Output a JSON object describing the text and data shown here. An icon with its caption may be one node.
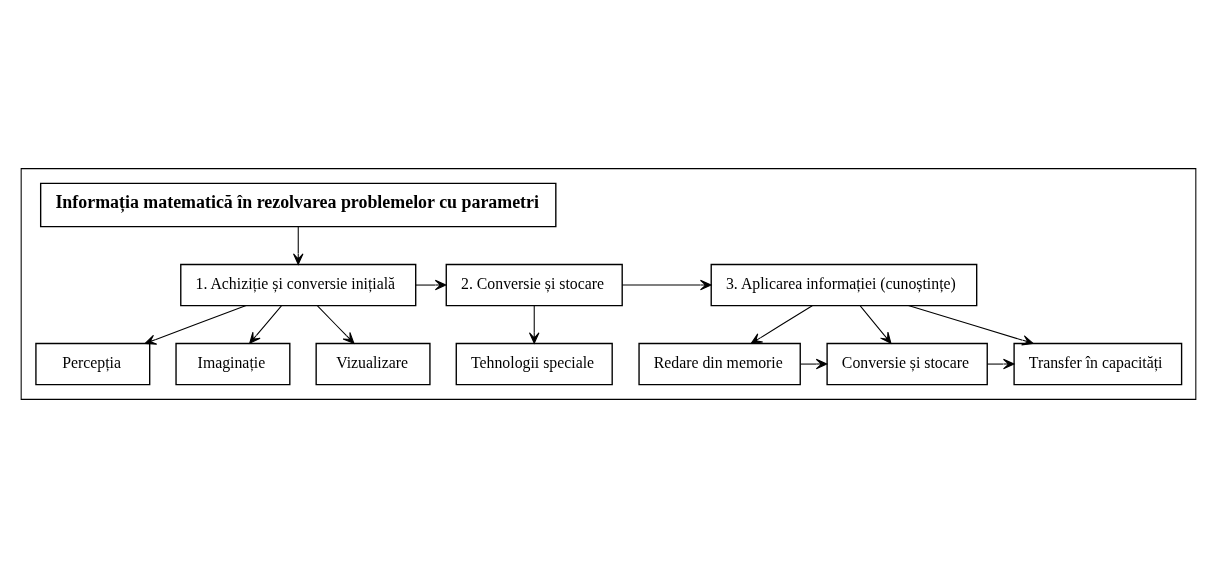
{
  "diagram": {
    "nodes": [
      {
        "text": [],
        "shape": "box"
      },
      {
        "text": [
          "Informația matematică în rezolvarea problemelor cu parametri"
        ],
        "in": 0
      },
      {
        "text": [
          "1. Achiziție și conversie inițială"
        ],
        "in": 0
      },
      {
        "text": [
          "2. Conversie și stocare"
        ],
        "in": 0
      },
      {
        "text": [
          "3. Aplicarea informației (cunoștințe)"
        ],
        "in": 0
      },
      {
        "text": [
          "Percepția"
        ],
        "in": 0
      },
      {
        "text": [
          "Imaginație"
        ],
        "in": 0
      },
      {
        "text": [
          "Vizualizare"
        ],
        "in": 0
      },
      {
        "text": [
          "Tehnologii speciale"
        ],
        "in": 0
      },
      {
        "text": [
          "Redare din memorie"
        ],
        "in": 0
      },
      {
        "text": [
          "Conversie și stocare"
        ],
        "in": 0
      },
      {
        "text": [
          "Transfer în capacități"
        ],
        "in": 0
      }
    ],
    "edges": [
      {
        "from": 1,
        "to": 2,
        "arrow": "to"
      },
      {
        "from": 2,
        "to": 3,
        "arrow": "to"
      },
      {
        "from": 3,
        "to": 4,
        "arrow": "to"
      },
      {
        "from": 2,
        "to": 5,
        "arrow": "to"
      },
      {
        "from": 2,
        "to": 6,
        "arrow": "to"
      },
      {
        "from": 2,
        "to": 7,
        "arrow": "to"
      },
      {
        "from": 3,
        "to": 8,
        "arrow": "to"
      },
      {
        "from": 4,
        "to": 9,
        "arrow": "to"
      },
      {
        "from": 4,
        "to": 10,
        "arrow": "to"
      },
      {
        "from": 4,
        "to": 11,
        "arrow": "to"
      },
      {
        "from": 9,
        "to": 10,
        "arrow": "to"
      },
      {
        "from": 10,
        "to": 11,
        "arrow": "to"
      }
    ]
  }
}
